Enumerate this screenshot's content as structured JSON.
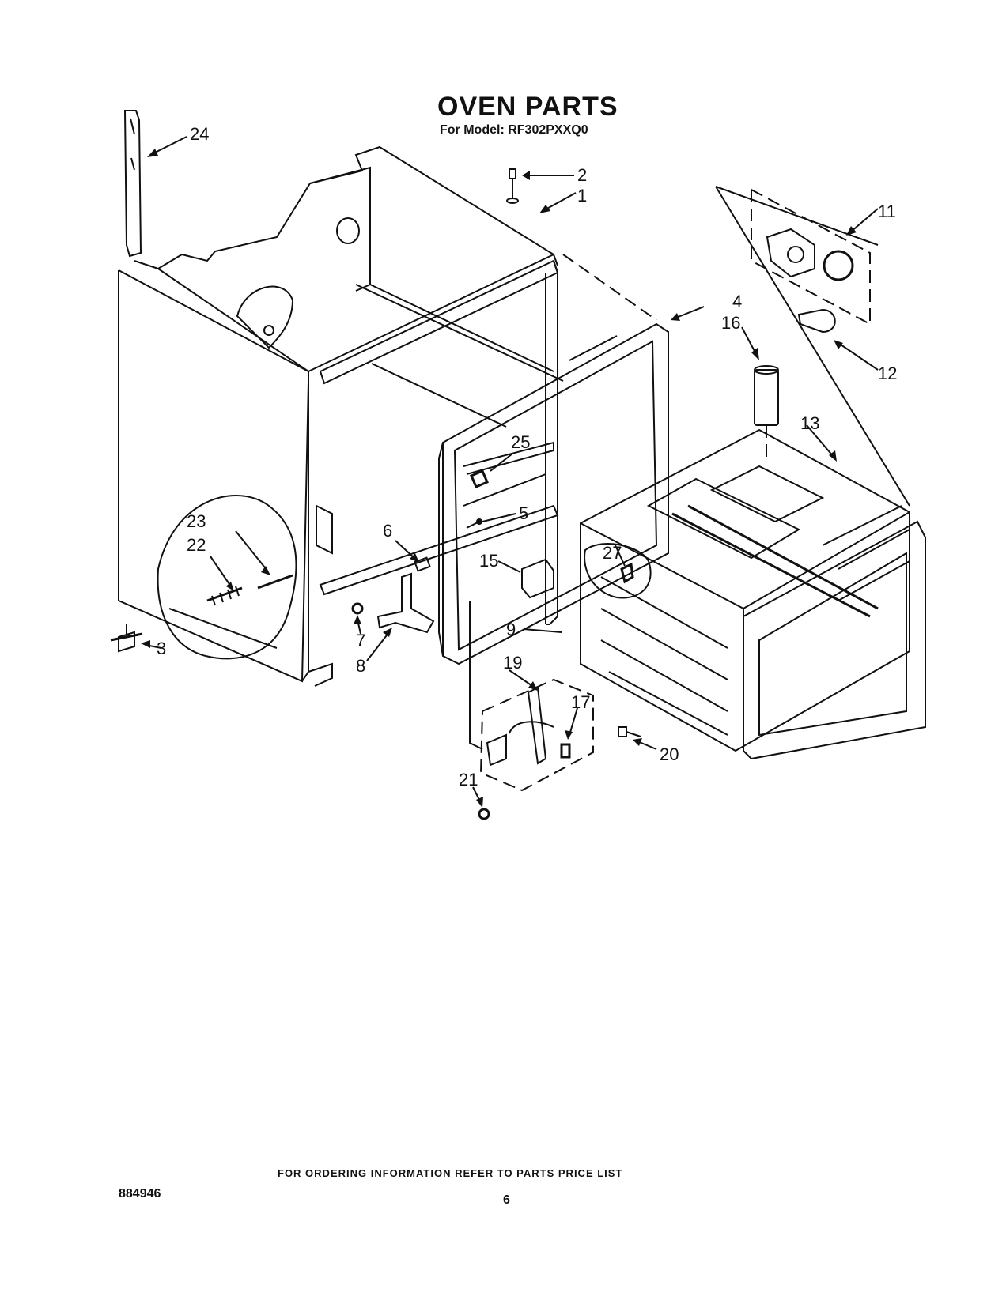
{
  "title": "OVEN PARTS",
  "subtitle": "For Model: RF302PXXQ0",
  "footer_note": "FOR ORDERING INFORMATION REFER TO PARTS PRICE LIST",
  "doc_number": "884946",
  "page_number": "6",
  "callouts": {
    "c1": "1",
    "c2": "2",
    "c3": "3",
    "c4": "4",
    "c5": "5",
    "c6": "6",
    "c7": "7",
    "c8": "8",
    "c9": "9",
    "c11": "11",
    "c12": "12",
    "c13": "13",
    "c15": "15",
    "c16": "16",
    "c17": "17",
    "c19": "19",
    "c20": "20",
    "c21": "21",
    "c22": "22",
    "c23": "23",
    "c24": "24",
    "c25": "25",
    "c27": "27"
  }
}
